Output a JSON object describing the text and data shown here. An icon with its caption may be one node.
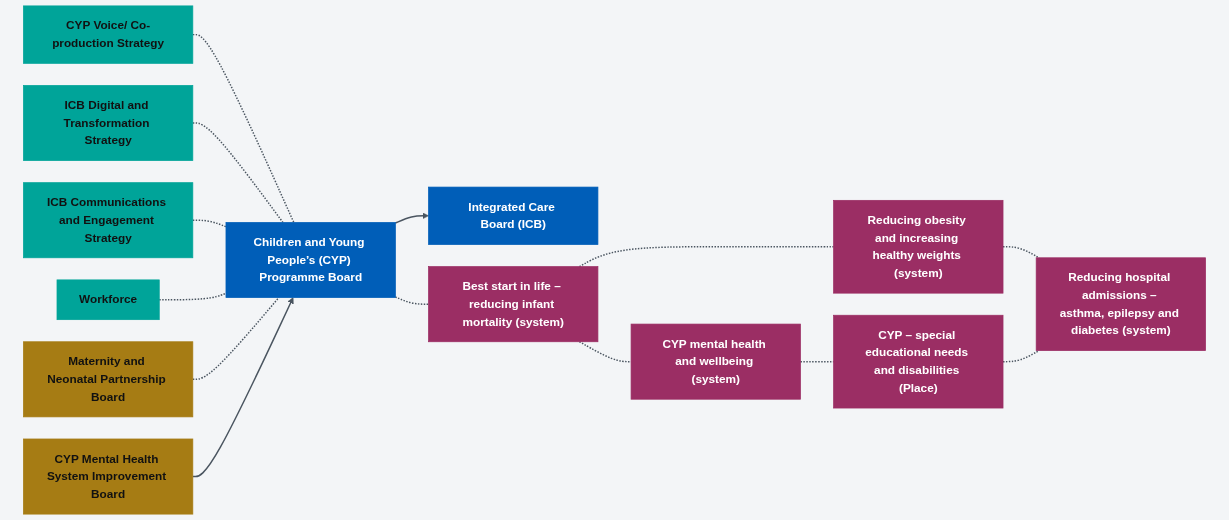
{
  "diagram": {
    "nodes": [
      {
        "text": [
          "Integrated Care Board (ICB)"
        ]
      },
      {
        "text": [
          "Children and Young People’s (CYP) Programme Board"
        ]
      },
      {
        "text": [
          "CYP Voice/ Co-production Strategy"
        ]
      },
      {
        "text": [
          "ICB Digital and Transformation Strategy"
        ]
      },
      {
        "text": [
          "ICB Communications and Engagement Strategy"
        ]
      },
      {
        "text": [
          "Workforce"
        ]
      },
      {
        "text": [
          "Maternity and Neonatal Partnership Board"
        ]
      },
      {
        "text": [
          "CYP Mental Health System Improvement Board"
        ]
      },
      {
        "text": [
          "Best start in life – reducing infant mortality (system)"
        ]
      },
      {
        "text": [
          "Reducing obesity and increasing healthy weights (system)"
        ]
      },
      {
        "text": [
          "Reducing hospital admissions – asthma, epilepsy and diabetes (system)"
        ]
      },
      {
        "text": [
          "CYP mental health and wellbeing (system)"
        ]
      },
      {
        "text": [
          "CYP – special educational needs and disabilities (Place)"
        ]
      }
    ],
    "edges": [
      {
        "from": 1,
        "to": 0,
        "arrow": "to"
      },
      {
        "from": 2,
        "to": 1,
        "arrow": "none",
        "style": "dashed"
      },
      {
        "from": 3,
        "to": 1,
        "arrow": "none",
        "style": "dashed"
      },
      {
        "from": 4,
        "to": 1,
        "arrow": "none",
        "style": "dashed"
      },
      {
        "from": 5,
        "to": 1,
        "arrow": "none",
        "style": "dashed"
      },
      {
        "from": 6,
        "to": 1,
        "arrow": "none",
        "style": "dashed"
      },
      {
        "from": 7,
        "to": 1,
        "arrow": "to"
      },
      {
        "from": 1,
        "to": 8,
        "arrow": "none",
        "style": "dashed"
      },
      {
        "from": 8,
        "to": 9,
        "arrow": "none",
        "style": "dashed"
      },
      {
        "from": 9,
        "to": 10,
        "arrow": "none",
        "style": "dashed"
      },
      {
        "from": 8,
        "to": 11,
        "arrow": "none",
        "style": "dashed"
      },
      {
        "from": 11,
        "to": 12,
        "arrow": "none",
        "style": "dashed"
      },
      {
        "from": 12,
        "to": 10,
        "arrow": "none",
        "style": "dashed"
      }
    ]
  }
}
